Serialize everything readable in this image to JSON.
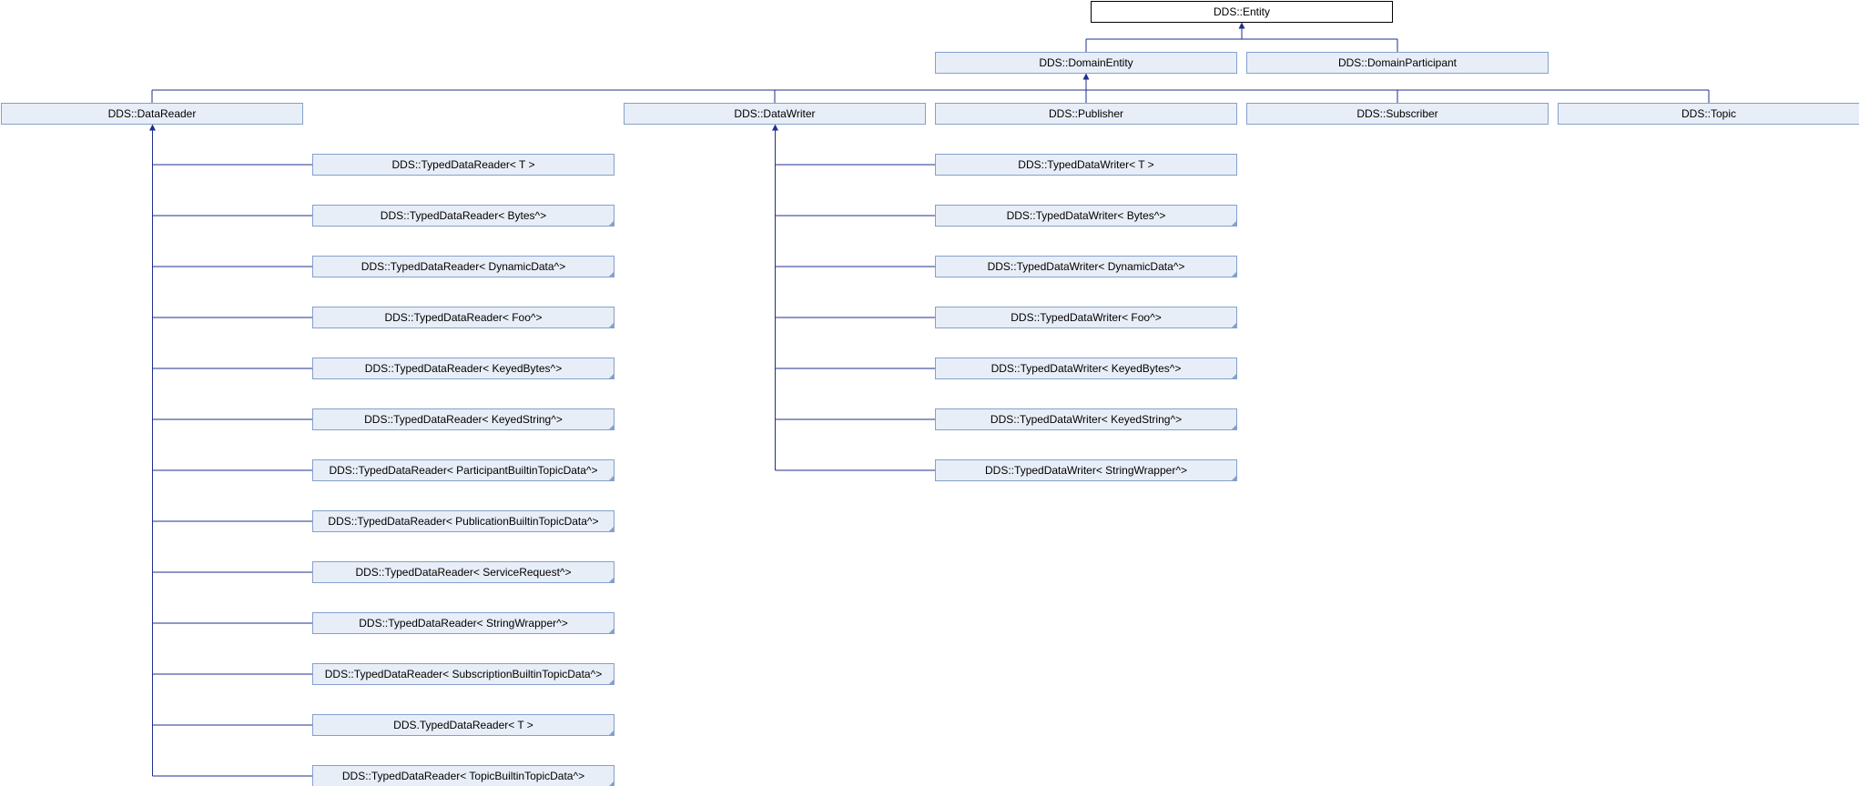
{
  "diagram": {
    "type": "class-inheritance",
    "nodes": [
      {
        "id": "entity",
        "label": "DDS::Entity"
      },
      {
        "id": "domainentity",
        "label": "DDS::DomainEntity"
      },
      {
        "id": "domainparticipant",
        "label": "DDS::DomainParticipant"
      },
      {
        "id": "datareader",
        "label": "DDS::DataReader"
      },
      {
        "id": "datawriter",
        "label": "DDS::DataWriter"
      },
      {
        "id": "publisher",
        "label": "DDS::Publisher"
      },
      {
        "id": "subscriber",
        "label": "DDS::Subscriber"
      },
      {
        "id": "topic",
        "label": "DDS::Topic"
      },
      {
        "id": "tdr_t",
        "label": "DDS::TypedDataReader< T >"
      },
      {
        "id": "tdr_bytes",
        "label": "DDS::TypedDataReader< Bytes^>"
      },
      {
        "id": "tdr_dyn",
        "label": "DDS::TypedDataReader< DynamicData^>"
      },
      {
        "id": "tdr_foo",
        "label": "DDS::TypedDataReader< Foo^>"
      },
      {
        "id": "tdr_kbytes",
        "label": "DDS::TypedDataReader< KeyedBytes^>"
      },
      {
        "id": "tdr_kstring",
        "label": "DDS::TypedDataReader< KeyedString^>"
      },
      {
        "id": "tdr_part",
        "label": "DDS::TypedDataReader< ParticipantBuiltinTopicData^>"
      },
      {
        "id": "tdr_pub",
        "label": "DDS::TypedDataReader< PublicationBuiltinTopicData^>"
      },
      {
        "id": "tdr_svc",
        "label": "DDS::TypedDataReader< ServiceRequest^>"
      },
      {
        "id": "tdr_sw",
        "label": "DDS::TypedDataReader< StringWrapper^>"
      },
      {
        "id": "tdr_sub",
        "label": "DDS::TypedDataReader< SubscriptionBuiltinTopicData^>"
      },
      {
        "id": "tdr_t2",
        "label": "DDS.TypedDataReader< T >"
      },
      {
        "id": "tdr_topic",
        "label": "DDS::TypedDataReader< TopicBuiltinTopicData^>"
      },
      {
        "id": "tdw_t",
        "label": "DDS::TypedDataWriter< T >"
      },
      {
        "id": "tdw_bytes",
        "label": "DDS::TypedDataWriter< Bytes^>"
      },
      {
        "id": "tdw_dyn",
        "label": "DDS::TypedDataWriter< DynamicData^>"
      },
      {
        "id": "tdw_foo",
        "label": "DDS::TypedDataWriter< Foo^>"
      },
      {
        "id": "tdw_kbytes",
        "label": "DDS::TypedDataWriter< KeyedBytes^>"
      },
      {
        "id": "tdw_kstring",
        "label": "DDS::TypedDataWriter< KeyedString^>"
      },
      {
        "id": "tdw_sw",
        "label": "DDS::TypedDataWriter< StringWrapper^>"
      }
    ],
    "edges": [
      {
        "child": "domainentity",
        "parent": "entity"
      },
      {
        "child": "domainparticipant",
        "parent": "entity"
      },
      {
        "child": "datareader",
        "parent": "domainentity"
      },
      {
        "child": "datawriter",
        "parent": "domainentity"
      },
      {
        "child": "publisher",
        "parent": "domainentity"
      },
      {
        "child": "subscriber",
        "parent": "domainentity"
      },
      {
        "child": "topic",
        "parent": "domainentity"
      },
      {
        "child": "tdr_t",
        "parent": "datareader"
      },
      {
        "child": "tdr_bytes",
        "parent": "datareader"
      },
      {
        "child": "tdr_dyn",
        "parent": "datareader"
      },
      {
        "child": "tdr_foo",
        "parent": "datareader"
      },
      {
        "child": "tdr_kbytes",
        "parent": "datareader"
      },
      {
        "child": "tdr_kstring",
        "parent": "datareader"
      },
      {
        "child": "tdr_part",
        "parent": "datareader"
      },
      {
        "child": "tdr_pub",
        "parent": "datareader"
      },
      {
        "child": "tdr_svc",
        "parent": "datareader"
      },
      {
        "child": "tdr_sw",
        "parent": "datareader"
      },
      {
        "child": "tdr_sub",
        "parent": "datareader"
      },
      {
        "child": "tdr_t2",
        "parent": "datareader"
      },
      {
        "child": "tdr_topic",
        "parent": "datareader"
      },
      {
        "child": "tdw_t",
        "parent": "datawriter"
      },
      {
        "child": "tdw_bytes",
        "parent": "datawriter"
      },
      {
        "child": "tdw_dyn",
        "parent": "datawriter"
      },
      {
        "child": "tdw_foo",
        "parent": "datawriter"
      },
      {
        "child": "tdw_kbytes",
        "parent": "datawriter"
      },
      {
        "child": "tdw_kstring",
        "parent": "datawriter"
      },
      {
        "child": "tdw_sw",
        "parent": "datawriter"
      }
    ],
    "colors": {
      "node_fill": "#e8eef7",
      "node_border": "#84a0cc",
      "root_fill": "#ffffff",
      "root_border": "#000000",
      "edge": "#1f2f8c",
      "text": "#000000"
    }
  }
}
